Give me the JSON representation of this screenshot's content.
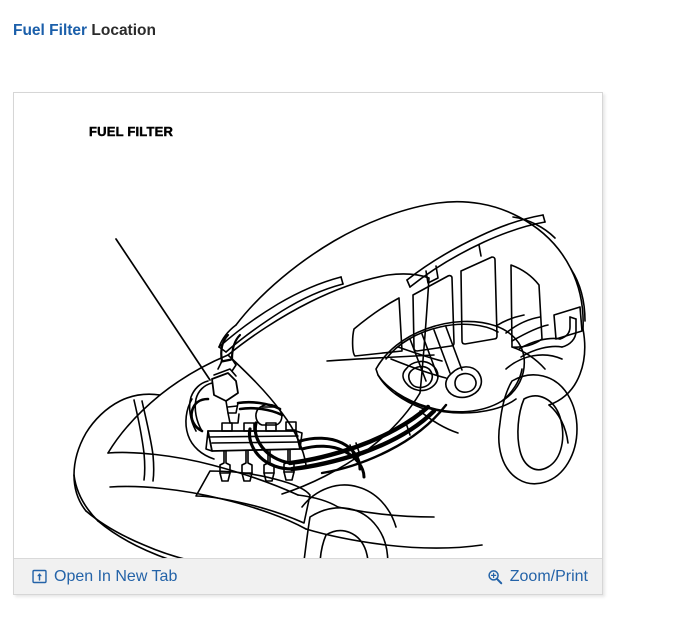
{
  "page_title": {
    "link_text": "Fuel Filter",
    "plain_text": " Location"
  },
  "figure": {
    "callout_label": "FUEL FILTER",
    "alt_description": "Cutaway line drawing of an SUV showing fuel filter location on the engine fuel rail, fuel lines running back to the fuel tank"
  },
  "footer": {
    "open_new_tab": {
      "label": "Open In New Tab",
      "icon": "open-in-new-tab-icon"
    },
    "zoom_print": {
      "label": "Zoom/Print",
      "icon": "magnifier-plus-icon"
    }
  },
  "colors": {
    "link_blue": "#1b5faa",
    "footer_link_blue": "#2463a8",
    "title_dark": "#2b2b2b",
    "panel_border": "#d6d6d6",
    "footer_bg": "#f1f1f1",
    "page_bg": "#ffffff",
    "line_art": "#000000"
  }
}
